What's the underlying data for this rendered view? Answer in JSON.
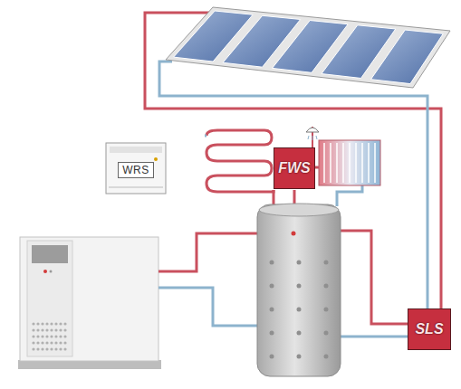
{
  "diagram": {
    "nodes": [
      {
        "text": [
          "WRS"
        ]
      },
      {
        "text": [
          "FWS"
        ]
      },
      {
        "text": [
          "SLS"
        ]
      }
    ]
  }
}
